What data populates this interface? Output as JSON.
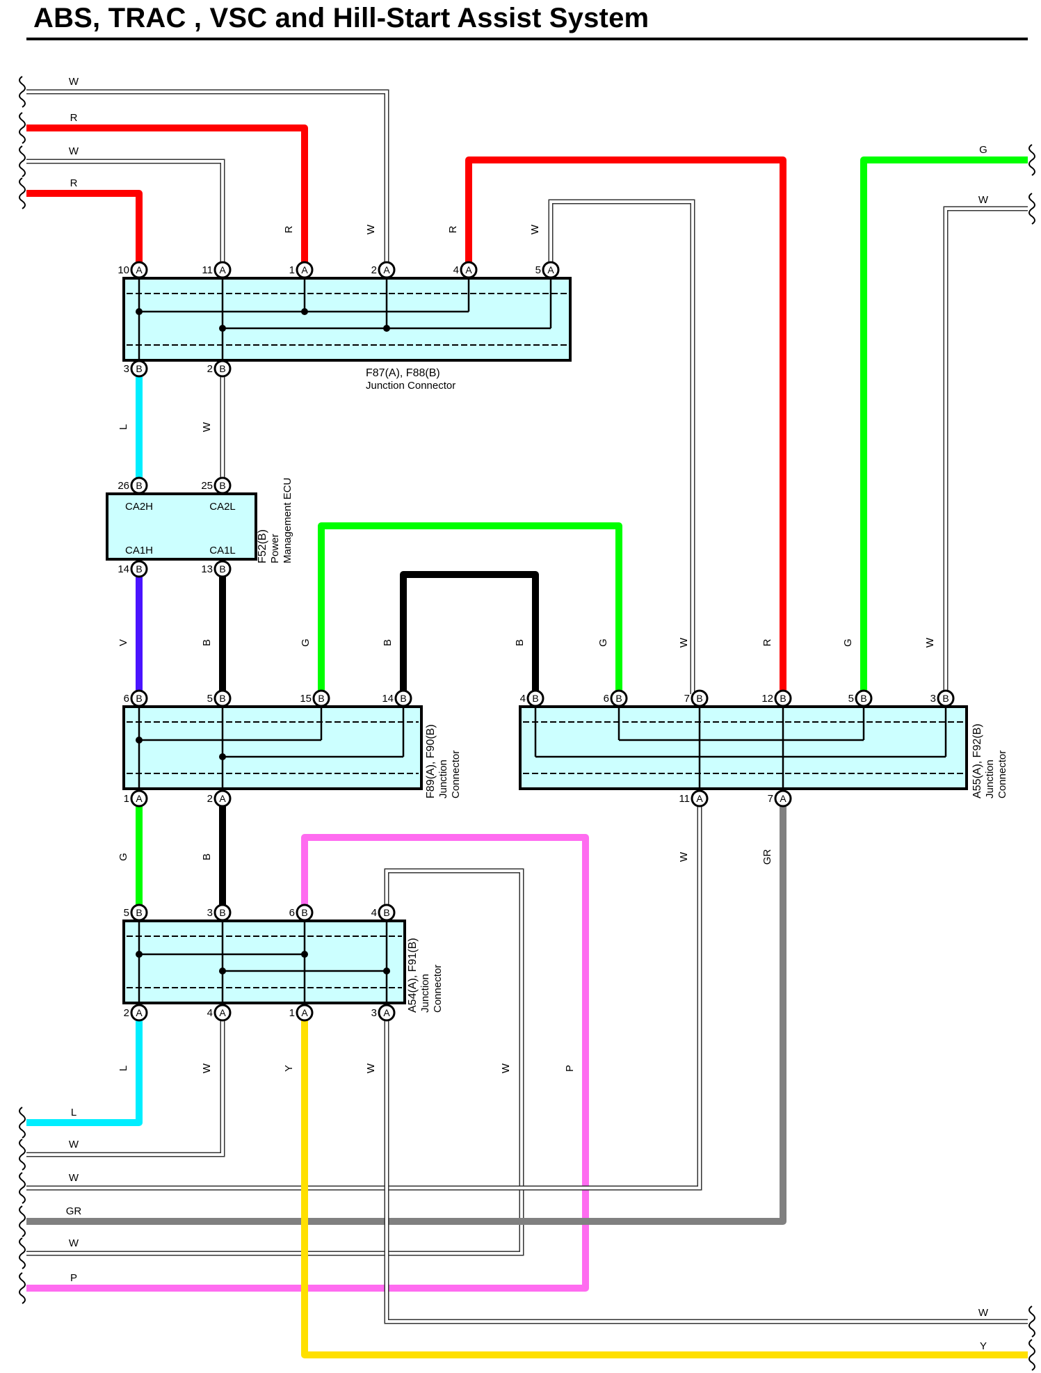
{
  "title": "ABS, TRAC , VSC and Hill-Start Assist System",
  "colors": {
    "R": "#ff0000",
    "G": "#00ff00",
    "L": "#00eeff",
    "V": "#4a14ff",
    "B": "#000000",
    "P": "#ff6cf0",
    "Y": "#ffe000",
    "GR": "#808080",
    "W": "#9a9a9a",
    "box_fill": "#ccffff"
  },
  "components": [
    {
      "id": "j1",
      "name_line1": "F87(A), F88(B)",
      "name_line2": "Junction Connector"
    },
    {
      "id": "ecu",
      "name_line1": "F52(B)",
      "name_line2": "Power",
      "name_line3": "Management ECU",
      "terminals": {
        "CA2H": "CA2H",
        "CA2L": "CA2L",
        "CA1H": "CA1H",
        "CA1L": "CA1L"
      }
    },
    {
      "id": "j2",
      "name_line1": "F89(A), F90(B)",
      "name_line2": "Junction",
      "name_line3": "Connector"
    },
    {
      "id": "j3",
      "name_line1": "A55(A), F92(B)",
      "name_line2": "Junction",
      "name_line3": "Connector"
    },
    {
      "id": "j4",
      "name_line1": "A54(A), F91(B)",
      "name_line2": "Junction",
      "name_line3": "Connector"
    }
  ],
  "left_edge_wires": [
    "W",
    "R",
    "W",
    "R",
    "L",
    "W",
    "W",
    "GR",
    "W",
    "P"
  ],
  "right_edge_wires": [
    "G",
    "W",
    "W",
    "Y"
  ],
  "pins": {
    "j1_top": [
      {
        "num": "10",
        "letter": "A",
        "color": "R"
      },
      {
        "num": "11",
        "letter": "A",
        "color": "W"
      },
      {
        "num": "1",
        "letter": "A",
        "color": "R"
      },
      {
        "num": "2",
        "letter": "A",
        "color": "W"
      },
      {
        "num": "4",
        "letter": "A",
        "color": "R"
      },
      {
        "num": "5",
        "letter": "A",
        "color": "W"
      }
    ],
    "j1_bottom": [
      {
        "num": "3",
        "letter": "B",
        "color": "L"
      },
      {
        "num": "2",
        "letter": "B",
        "color": "W"
      }
    ],
    "ecu_top": [
      {
        "num": "26",
        "letter": "B"
      },
      {
        "num": "25",
        "letter": "B"
      }
    ],
    "ecu_bottom": [
      {
        "num": "14",
        "letter": "B",
        "color": "V"
      },
      {
        "num": "13",
        "letter": "B",
        "color": "B"
      }
    ],
    "j2_top": [
      {
        "num": "6",
        "letter": "B"
      },
      {
        "num": "5",
        "letter": "B"
      },
      {
        "num": "15",
        "letter": "B",
        "color": "G"
      },
      {
        "num": "14",
        "letter": "B",
        "color": "B"
      }
    ],
    "j2_bottom": [
      {
        "num": "1",
        "letter": "A",
        "color": "G"
      },
      {
        "num": "2",
        "letter": "A",
        "color": "B"
      }
    ],
    "j3_top": [
      {
        "num": "4",
        "letter": "B",
        "color": "B"
      },
      {
        "num": "6",
        "letter": "B",
        "color": "G"
      },
      {
        "num": "7",
        "letter": "B",
        "color": "W"
      },
      {
        "num": "12",
        "letter": "B",
        "color": "R"
      },
      {
        "num": "5",
        "letter": "B",
        "color": "G"
      },
      {
        "num": "3",
        "letter": "B",
        "color": "W"
      }
    ],
    "j3_bottom": [
      {
        "num": "11",
        "letter": "A",
        "color": "W"
      },
      {
        "num": "7",
        "letter": "A",
        "color": "GR"
      }
    ],
    "j4_top": [
      {
        "num": "5",
        "letter": "B"
      },
      {
        "num": "3",
        "letter": "B"
      },
      {
        "num": "6",
        "letter": "B"
      },
      {
        "num": "4",
        "letter": "B"
      }
    ],
    "j4_bottom": [
      {
        "num": "2",
        "letter": "A",
        "color": "L"
      },
      {
        "num": "4",
        "letter": "A",
        "color": "W"
      },
      {
        "num": "1",
        "letter": "A",
        "color": "Y"
      },
      {
        "num": "3",
        "letter": "A",
        "color": "W"
      }
    ]
  },
  "extra_wire_labels": [
    "W",
    "P"
  ]
}
